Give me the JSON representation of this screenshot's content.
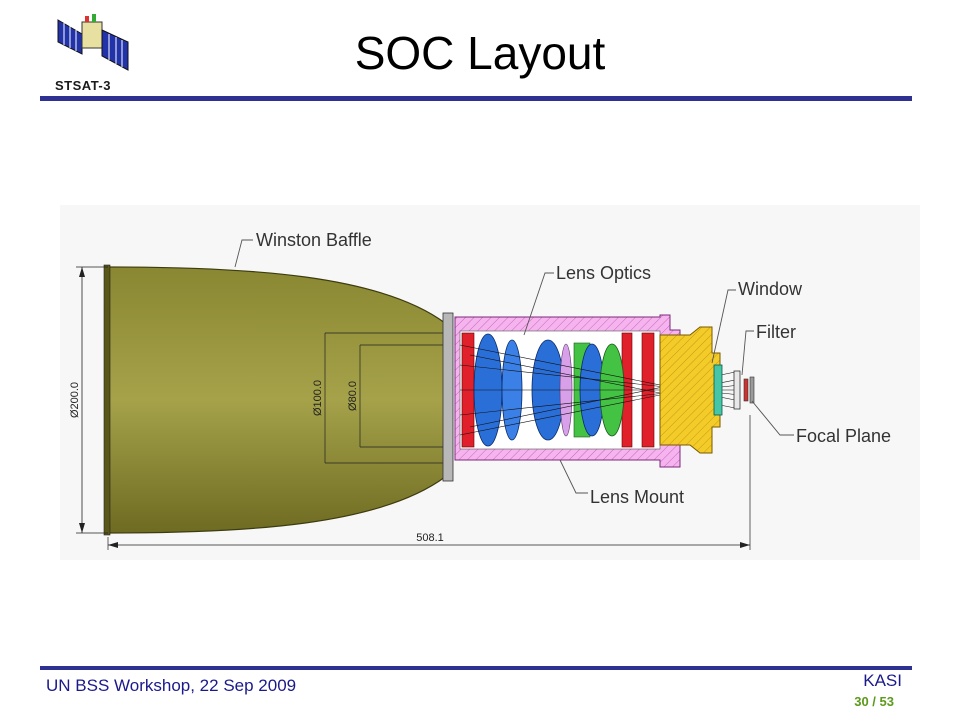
{
  "header": {
    "title": "SOC Layout",
    "logo_label": "STSAT-3"
  },
  "diagram": {
    "labels": {
      "winston_baffle": "Winston Baffle",
      "lens_optics": "Lens Optics",
      "window": "Window",
      "filter": "Filter",
      "focal_plane": "Focal Plane",
      "lens_mount": "Lens Mount"
    },
    "dimensions": {
      "outer_diameter": "Ø200.0",
      "mid_diameter": "Ø100.0",
      "inner_diameter": "Ø80.0",
      "total_length": "508.1"
    },
    "colors": {
      "baffle": "#7d7a2a",
      "mount": "#f2a0e6",
      "lens_blue": "#2a6fd8",
      "lens_green": "#43c243",
      "ring_red": "#e0202a",
      "housing_yellow": "#f2c21a"
    }
  },
  "footer": {
    "event": "UN BSS Workshop, 22 Sep 2009",
    "org": "KASI",
    "page": "30 / 53"
  }
}
